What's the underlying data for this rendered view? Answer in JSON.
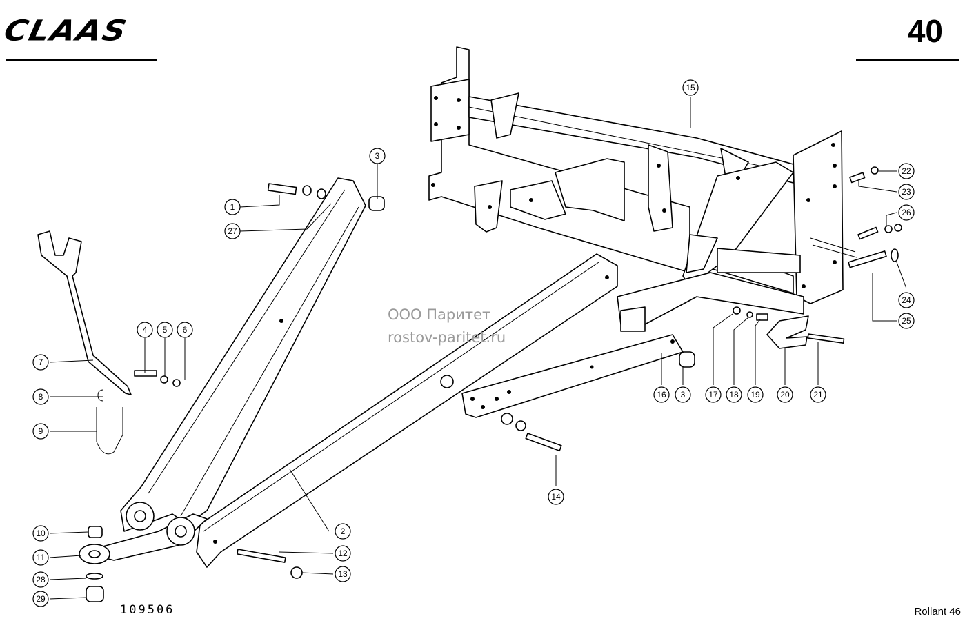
{
  "header": {
    "brand": "CLAAS",
    "page_number": "40"
  },
  "watermark": {
    "line1": "ООО Паритет",
    "line2": "rostov-paritet.ru"
  },
  "footer": {
    "drawing_number": "109506",
    "model": "Rollant 46"
  },
  "callouts": [
    "1",
    "2",
    "3",
    "3",
    "4",
    "5",
    "6",
    "7",
    "8",
    "9",
    "10",
    "11",
    "12",
    "13",
    "14",
    "15",
    "16",
    "17",
    "18",
    "19",
    "20",
    "21",
    "22",
    "23",
    "24",
    "25",
    "26",
    "27",
    "28",
    "29"
  ]
}
